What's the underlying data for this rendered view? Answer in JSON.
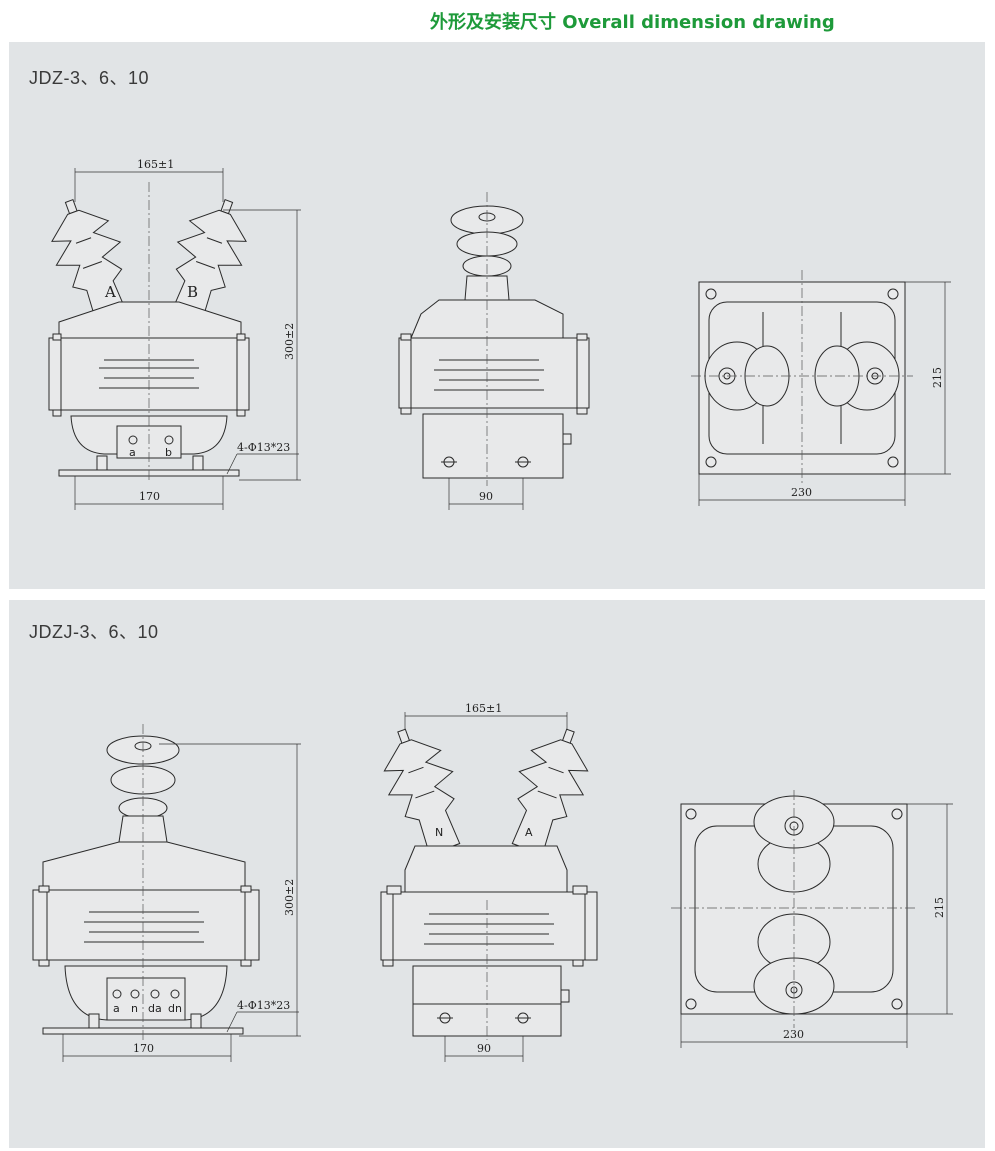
{
  "header": {
    "title": "外形及安装尺寸  Overall dimension drawing"
  },
  "colors": {
    "title": "#1e9a3a",
    "panel_bg": "#e1e4e6",
    "line": "#2a2a2a"
  },
  "panel1": {
    "label": "JDZ-3、6、10",
    "dims": {
      "top": "165±1",
      "height": "300±2",
      "holes": "4-Φ13*23",
      "base": "170",
      "side_base": "90",
      "plan_width": "230",
      "plan_depth": "215"
    },
    "phase_labels": [
      "A",
      "B"
    ],
    "terminals": [
      "a",
      "b"
    ]
  },
  "panel2": {
    "label": "JDZJ-3、6、10",
    "dims": {
      "top": "165±1",
      "height": "300±2",
      "holes": "4-Φ13*23",
      "base": "170",
      "side_base": "90",
      "plan_width": "230",
      "plan_depth": "215"
    },
    "phase_labels": [
      "N",
      "A"
    ],
    "terminals": [
      "a",
      "n",
      "da",
      "dn"
    ]
  }
}
